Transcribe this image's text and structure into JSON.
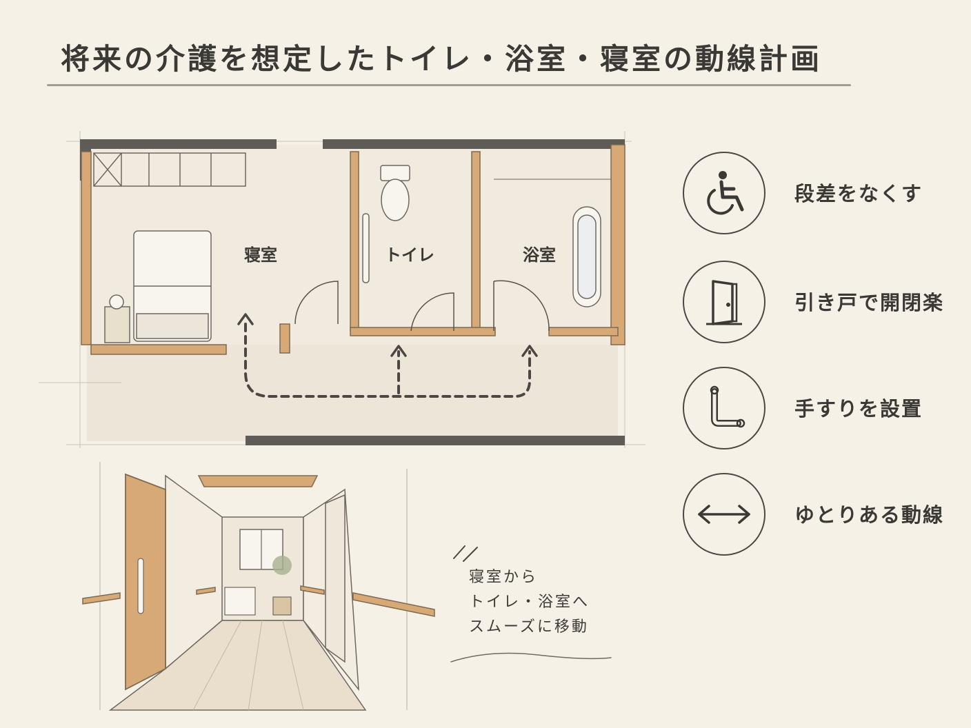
{
  "title": "将来の介護を想定したトイレ・浴室・寝室の動線計画",
  "rooms": {
    "bedroom": "寝室",
    "toilet": "トイレ",
    "bath": "浴室"
  },
  "features": [
    {
      "label": "段差をなくす",
      "icon": "wheelchair-icon"
    },
    {
      "label": "引き戸で開閉楽",
      "icon": "door-icon"
    },
    {
      "label": "手すりを設置",
      "icon": "handrail-icon"
    },
    {
      "label": "ゆとりある動線",
      "icon": "double-arrow-icon"
    }
  ],
  "note": {
    "line1": "寝室から",
    "line2": "トイレ・浴室へ",
    "line3": "スムーズに移動"
  },
  "colors": {
    "background": "#f6f1e6",
    "wall": "#5f5b56",
    "wood": "#d7a977",
    "ink": "#3b3936"
  }
}
